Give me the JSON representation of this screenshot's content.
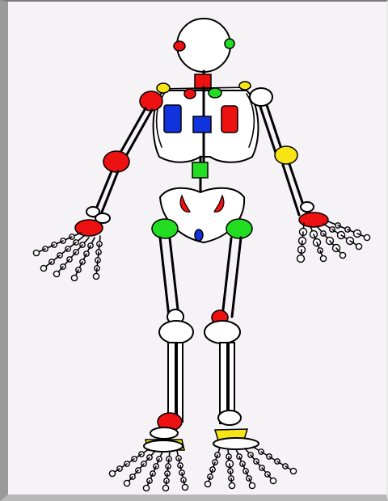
{
  "colors": {
    "background": "#f6f3f6",
    "bone": "#ffffff",
    "outline": "#000000",
    "red": "#ee1111",
    "green": "#22dd22",
    "blue": "#1133dd",
    "yellow": "#f7e414"
  },
  "joints": [
    {
      "name": "skull-left-joint",
      "color": "red"
    },
    {
      "name": "skull-right-joint",
      "color": "green"
    },
    {
      "name": "neck-joint",
      "color": "red"
    },
    {
      "name": "left-clavicle-joint",
      "color": "yellow"
    },
    {
      "name": "right-clavicle-joint",
      "color": "yellow"
    },
    {
      "name": "upper-sternum-joint-left",
      "color": "red"
    },
    {
      "name": "upper-sternum-joint-right",
      "color": "green"
    },
    {
      "name": "left-shoulder-joint",
      "color": "red"
    },
    {
      "name": "right-shoulder-joint",
      "color": "white"
    },
    {
      "name": "left-lung",
      "color": "blue"
    },
    {
      "name": "heart",
      "color": "blue"
    },
    {
      "name": "right-lung",
      "color": "red"
    },
    {
      "name": "spine-joint",
      "color": "green"
    },
    {
      "name": "left-elbow-joint",
      "color": "red"
    },
    {
      "name": "right-elbow-joint",
      "color": "yellow"
    },
    {
      "name": "left-wrist-joint",
      "color": "red"
    },
    {
      "name": "right-wrist-joint",
      "color": "red"
    },
    {
      "name": "left-hip-joint",
      "color": "green"
    },
    {
      "name": "right-hip-joint",
      "color": "green"
    },
    {
      "name": "pelvis-center-joint",
      "color": "blue"
    },
    {
      "name": "right-knee-joint",
      "color": "red"
    },
    {
      "name": "left-ankle-joint",
      "color": "red"
    },
    {
      "name": "left-heel",
      "color": "yellow"
    },
    {
      "name": "right-heel",
      "color": "yellow"
    }
  ]
}
